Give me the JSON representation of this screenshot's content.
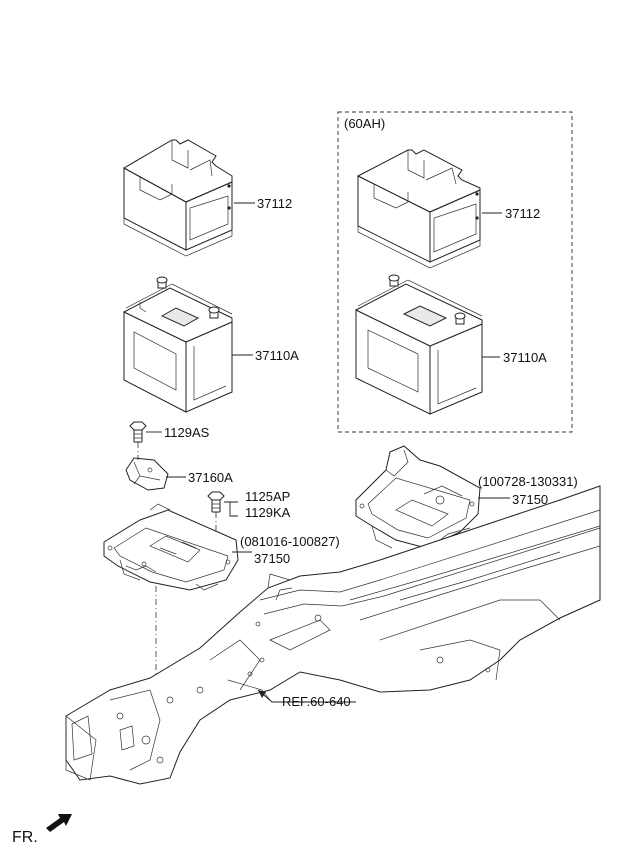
{
  "variant_box": {
    "title": "(60AH)"
  },
  "labels": {
    "tray_cover_left": "37112",
    "battery_left": "37110A",
    "bolt_top": "1129AS",
    "bracket": "37160A",
    "bolt_mid_a": "1125AP",
    "bolt_mid_b": "1129KA",
    "tray_left_range": "(081016-100827)",
    "tray_left": "37150",
    "tray_cover_right": "37112",
    "battery_right": "37110A",
    "tray_right_range": "(100728-130331)",
    "tray_right": "37150",
    "reference": "REF.60-640"
  },
  "direction": {
    "label": "FR.",
    "icon": "front-arrow-icon"
  }
}
